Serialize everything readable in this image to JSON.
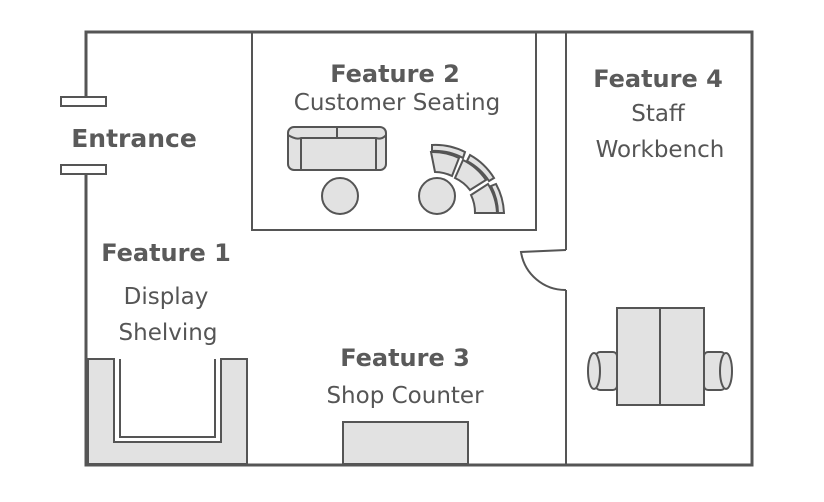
{
  "entrance": {
    "label": "Entrance"
  },
  "features": [
    {
      "title": "Feature 1",
      "name_lines": [
        "Display",
        "Shelving"
      ]
    },
    {
      "title": "Feature 2",
      "name_lines": [
        "Customer Seating"
      ]
    },
    {
      "title": "Feature 3",
      "name_lines": [
        "Shop Counter"
      ]
    },
    {
      "title": "Feature 4",
      "name_lines": [
        "Staff",
        "Workbench"
      ]
    }
  ],
  "colors": {
    "wall": "#555555",
    "furniture_fill": "#e2e2e2",
    "text": "#555555"
  }
}
